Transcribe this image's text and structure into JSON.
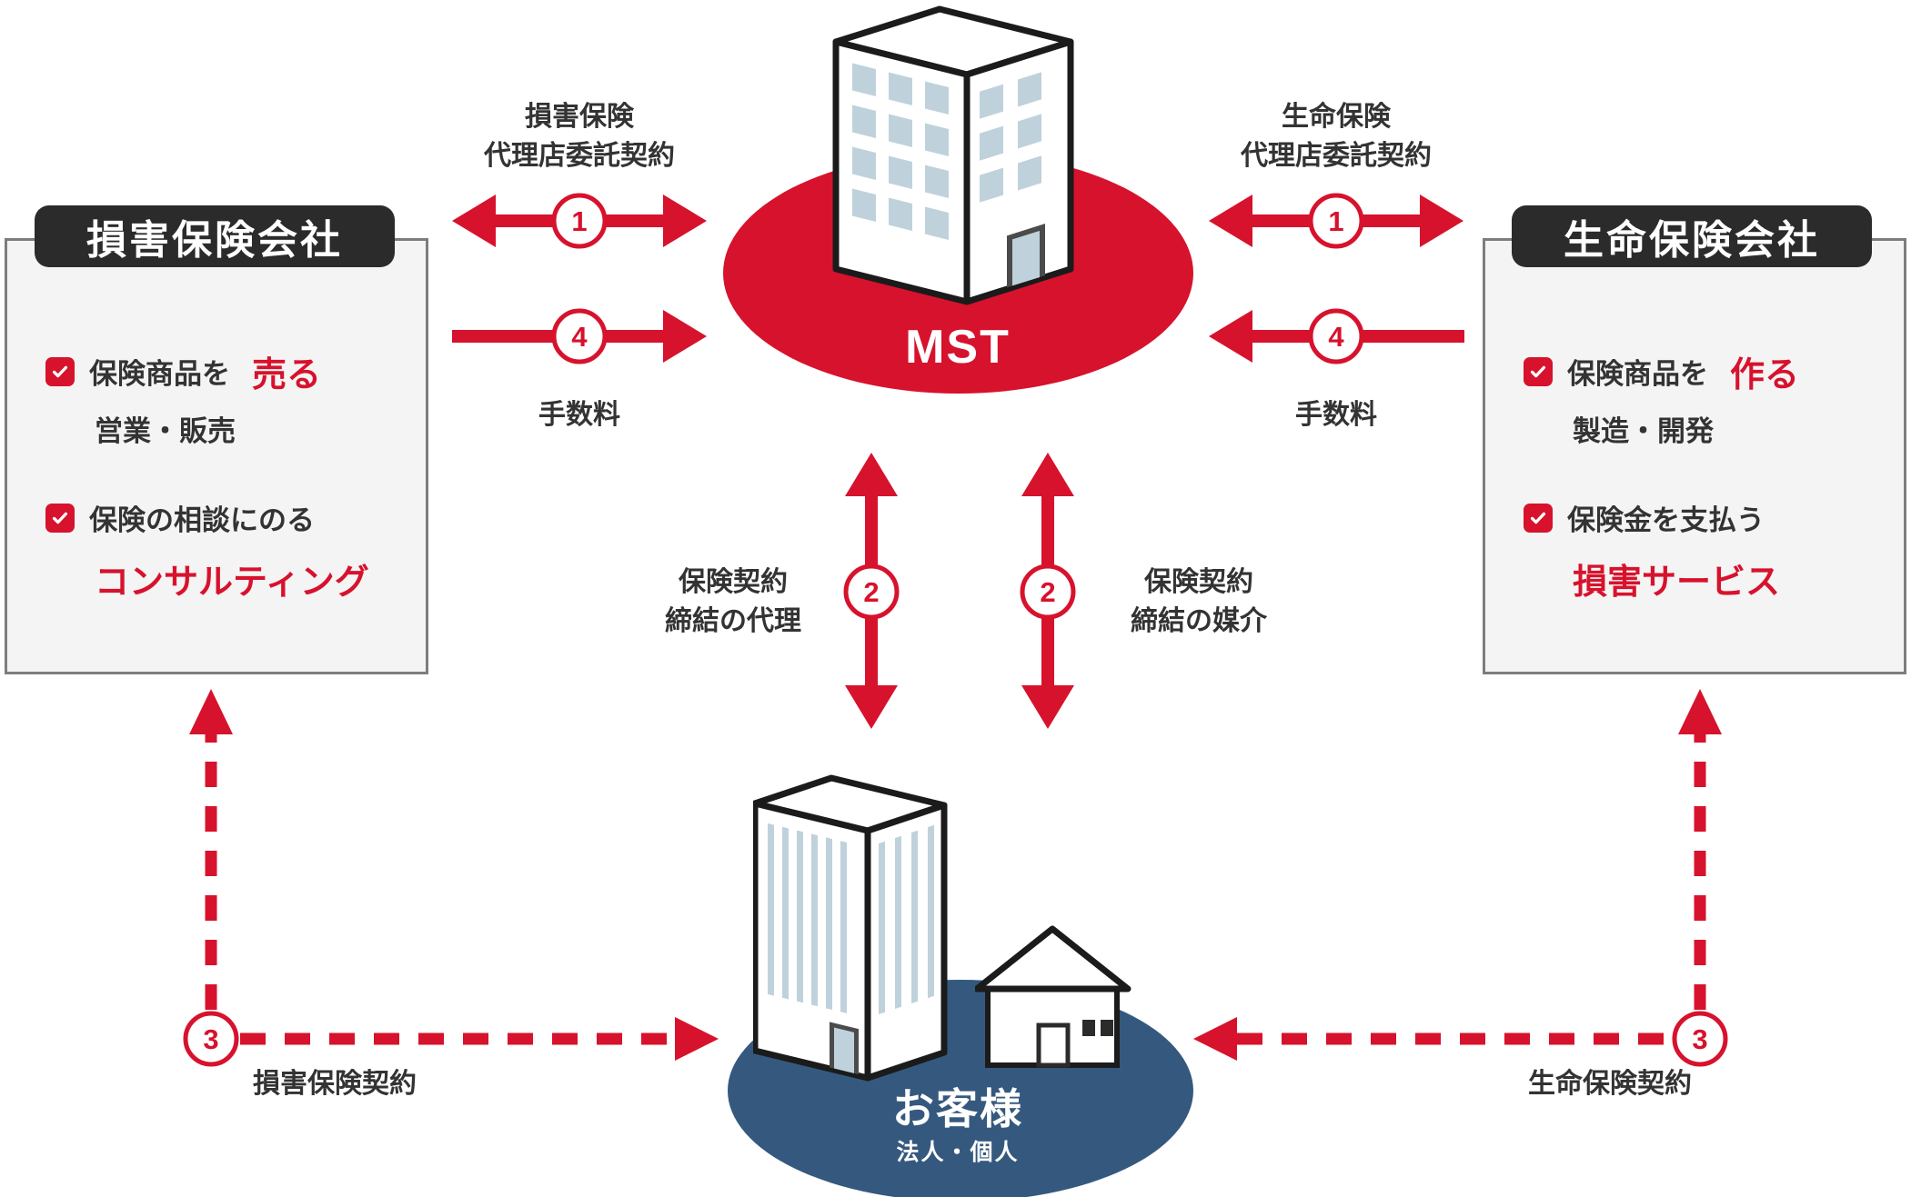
{
  "colors": {
    "accent_red": "#d7122d",
    "customer_blue": "#35597e",
    "text_dark": "#333333",
    "title_pill_bg": "#2b2b2b",
    "box_bg": "#f4f4f4",
    "box_border": "#7d7d7d",
    "window_blue": "#bfd2dc"
  },
  "icons": {
    "mst_building": "office-building-3d",
    "customer_building": "office-building-3d",
    "customer_house": "house",
    "checkbox": "red-square-white-check"
  },
  "mst": {
    "name": "MST"
  },
  "customer": {
    "name": "お客様",
    "subtitle": "法人・個人"
  },
  "companies": {
    "left": {
      "title": "損害保険会社",
      "item1_text": "保険商品を",
      "item1_em": "売る",
      "item1_sub": "営業・販売",
      "item2_text": "保険の相談にのる",
      "item2_em": "コンサルティング"
    },
    "right": {
      "title": "生命保険会社",
      "item1_text": "保険商品を",
      "item1_em": "作る",
      "item1_sub": "製造・開発",
      "item2_text": "保険金を支払う",
      "item2_em": "損害サービス"
    }
  },
  "arrows": {
    "left_agency": {
      "num": "1",
      "line1": "損害保険",
      "line2": "代理店委託契約"
    },
    "left_fee": {
      "num": "4",
      "label": "手数料"
    },
    "right_agency": {
      "num": "1",
      "line1": "生命保険",
      "line2": "代理店委託契約"
    },
    "right_fee": {
      "num": "4",
      "label": "手数料"
    },
    "center_left": {
      "num": "2",
      "line1": "保険契約",
      "line2": "締結の代理"
    },
    "center_right": {
      "num": "2",
      "line1": "保険契約",
      "line2": "締結の媒介"
    },
    "bottom_left": {
      "num": "3",
      "label": "損害保険契約"
    },
    "bottom_right": {
      "num": "3",
      "label": "生命保険契約"
    }
  }
}
